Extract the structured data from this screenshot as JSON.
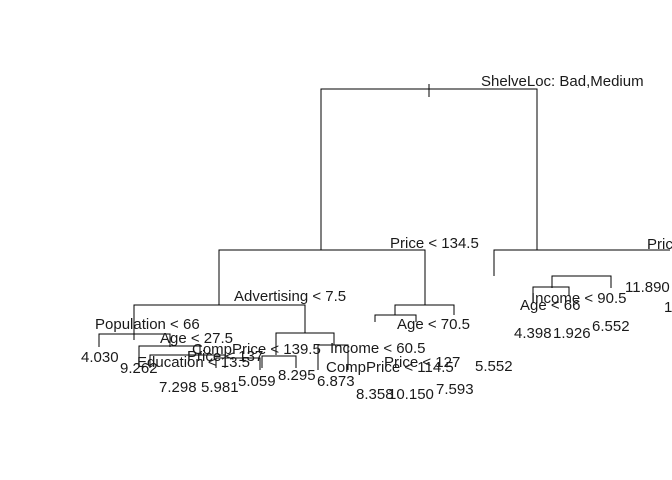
{
  "tree": {
    "root_split": "ShelveLoc: Bad,Medium",
    "split_labels": {
      "price_134_5": "Price < 134.5",
      "advertising_7_5": "Advertising < 7.5",
      "population_66": "Population < 66",
      "age_27_5": "Age < 27.5",
      "education_13_5": "Education < 13.5",
      "price_137": "Price < 137",
      "compprice_139_5": "CompPrice < 139.5",
      "income_60_5": "Income < 60.5",
      "compprice_114_5": "CompPrice < 114.5",
      "price_127": "Price < 127",
      "age_70_5": "Age < 70.5",
      "income_90_5": "Income < 90.5",
      "age_66": "Age < 66",
      "price_right_partial": "Pric"
    },
    "leaf_values": {
      "leaf_4030": "4.030",
      "leaf_9262": "9.262",
      "leaf_7298": "7.298",
      "leaf_5981": "5.981",
      "leaf_5059": "5.059",
      "leaf_8295": "8.295",
      "leaf_6873": "6.873",
      "leaf_8358": "8.358",
      "leaf_10150": "10.150",
      "leaf_7593": "7.593",
      "leaf_5552": "5.552",
      "leaf_4398": "4.398",
      "leaf_1926": "1.926",
      "leaf_6552": "6.552",
      "leaf_11890": "11.890",
      "leaf_partial_1": "1"
    },
    "line_color": "#000000",
    "text_color": "#1a1a1a",
    "background": "#ffffff"
  }
}
